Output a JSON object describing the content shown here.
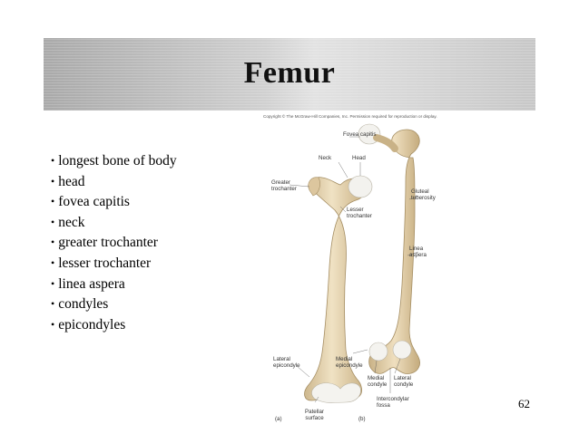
{
  "slide": {
    "title": "Femur",
    "bullets": [
      "longest bone of body",
      "head",
      "fovea capitis",
      "neck",
      "greater trochanter",
      "lesser trochanter",
      "linea aspera",
      "condyles",
      "epicondyles"
    ],
    "page_number": "62"
  },
  "figure": {
    "copyright": "Copyright © The McGraw-Hill Companies, Inc. Permission required for reproduction or display.",
    "labels": {
      "fovea_capitis": "Fovea capitis",
      "neck": "Neck",
      "head": "Head",
      "greater_trochanter": [
        "Greater",
        "trochanter"
      ],
      "gluteal_tuberosity": [
        "Gluteal",
        "tuberosity"
      ],
      "lesser_trochanter": [
        "Lesser",
        "trochanter"
      ],
      "linea_aspera": [
        "Linea",
        "aspera"
      ],
      "lateral_epicondyle": [
        "Lateral",
        "epicondyle"
      ],
      "medial_epicondyle": [
        "Medial",
        "epicondyle"
      ],
      "medial_condyle": [
        "Medial",
        "condyle"
      ],
      "lateral_condyle": [
        "Lateral",
        "condyle"
      ],
      "intercondylar_fossa": [
        "Intercondylar",
        "fossa"
      ],
      "patellar_surface": [
        "Patellar",
        "surface"
      ],
      "panel_a": "(a)",
      "panel_b": "(b)"
    },
    "colors": {
      "bone": "#ead9b8",
      "bone_shadow": "#c9b48a",
      "cartilage": "#f4f4f2"
    }
  }
}
